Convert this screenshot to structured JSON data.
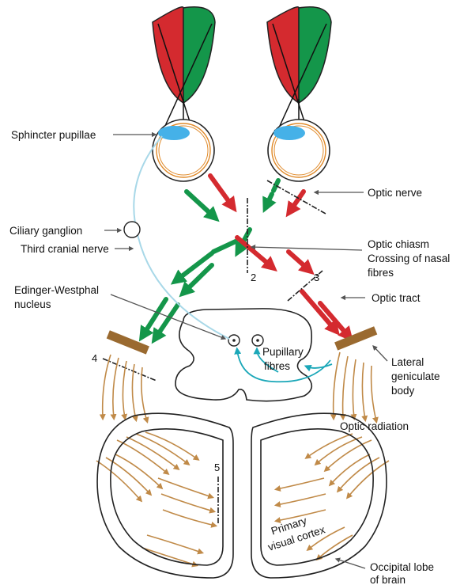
{
  "labels": {
    "sphincter": "Sphincter pupillae",
    "optic_nerve": "Optic nerve",
    "ciliary": "Ciliary ganglion",
    "third_nerve": "Third cranial nerve",
    "chiasm_1": "Optic chiasm",
    "chiasm_2": "Crossing of nasal",
    "chiasm_3": "fibres",
    "ew_1": "Edinger-Westphal",
    "ew_2": "nucleus",
    "optic_tract": "Optic tract",
    "pupillary_1": "Pupillary",
    "pupillary_2": "fibres",
    "lgb_1": "Lateral",
    "lgb_2": "geniculate",
    "lgb_3": "body",
    "radiation": "Optic radiation",
    "cortex_1": "Primary",
    "cortex_2": "visual cortex",
    "occipital_1": "Occipital lobe",
    "occipital_2": "of brain"
  },
  "lesion_numbers": {
    "n2": "2",
    "n3": "3",
    "n4": "4",
    "n5": "5"
  },
  "colors": {
    "temporal_field": "#d42a2f",
    "nasal_field": "#14964a",
    "pupil": "#45b1e8",
    "reflex_path": "#a8d8e8",
    "radiation": "#c08a48",
    "lgb": "#9a6a30",
    "outline": "#222222"
  }
}
